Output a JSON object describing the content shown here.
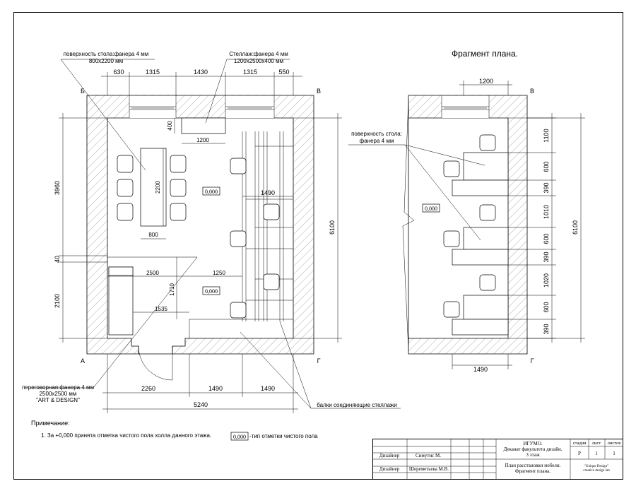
{
  "plan_title": "Фрагмент плана.",
  "callouts": {
    "table_surface_1": "поверхность стола:фанера 4 мм",
    "table_surface_2": "800x2200 мм",
    "shelf_1": "Стеллаж:фанера 4 мм",
    "shelf_2": "1200x2500x400 мм",
    "meeting_1": "переговорная:фанера 4 мм",
    "meeting_2": "2500x2500 мм",
    "meeting_3": "\"ART & DESIGN\"",
    "beams": "балки соединяющие стеллажи",
    "right_table_1": "поверхность стола:",
    "right_table_2": "фанера 4 мм"
  },
  "axes": {
    "b": "Б",
    "v": "В",
    "a": "А",
    "g": "Г"
  },
  "dims_left": {
    "top": [
      "630",
      "1315",
      "1430",
      "1315",
      "550"
    ],
    "side": [
      "3960",
      "40",
      "2100"
    ],
    "bottom": [
      "2260",
      "1490",
      "1490"
    ],
    "total": "5240",
    "right_total": "6100",
    "inner_1200": "1200",
    "inner_400": "400",
    "inner_2200": "2200",
    "inner_800": "800",
    "inner_1490": "1490",
    "inner_2500": "2500",
    "inner_1250": "1250",
    "inner_1710": "1710",
    "inner_1535": "1535"
  },
  "dims_right": {
    "top": "1200",
    "bottom": "1490",
    "total": "6100",
    "side": [
      "1100",
      "600",
      "390",
      "1010",
      "600",
      "390",
      "1020",
      "600",
      "390"
    ]
  },
  "levels": {
    "left_1": "0,000",
    "left_2": "0,000",
    "right": "0,000"
  },
  "notes": {
    "title": "Примечание:",
    "item": "1. За +0,000 принята отметка чистого пола холла данного этажа.",
    "mark": "0,000",
    "mark_desc": "-тип отметки чистого пола"
  },
  "title_block": {
    "role_1": "Дизайнер",
    "name_1": "Симутис М.",
    "role_2": "Дизайнер",
    "name_2": "Шереметьева М.В.",
    "org_1": "ИГУМО.",
    "org_2": "Деканат факультета дизайн.",
    "org_3": "3 этаж",
    "sheet_title_1": "План расстановки мебели.",
    "sheet_title_2": "Фрагмент плана.",
    "h_stage": "стадия",
    "h_sheet": "лист",
    "h_sheets": "листов",
    "v_stage": "Р",
    "v_sheet": "1",
    "v_sheets": "1",
    "company_1": "\"Unique Design\"",
    "company_2": "creative design lab"
  }
}
